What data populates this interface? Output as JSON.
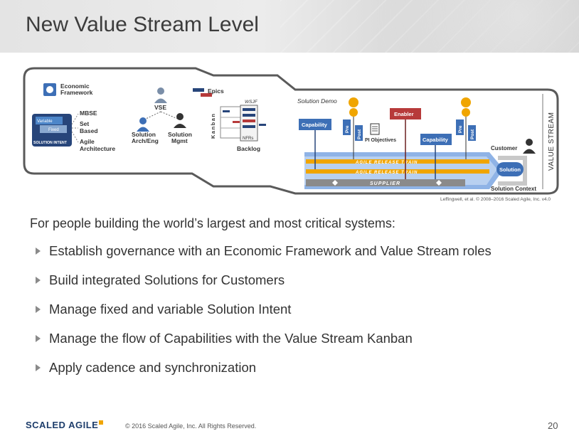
{
  "slide": {
    "title": "New Value Stream Level",
    "lead": "For people building the world’s largest and most critical systems:",
    "bullets": [
      "Establish governance with an Economic Framework and Value Stream roles",
      "Build integrated Solutions for Customers",
      "Manage fixed and variable Solution Intent",
      "Manage the flow of Capabilities with the Value Stream Kanban",
      "Apply cadence and synchronization"
    ],
    "page_number": "20"
  },
  "diagram": {
    "economic_framework": [
      "Economic",
      "Framework"
    ],
    "solution_intent": {
      "variable": "Variable",
      "fixed": "Fixed",
      "label": "SOLUTION INTENT"
    },
    "intent_items": [
      "MBSE",
      "Set",
      "Based",
      "Agile",
      "Architecture"
    ],
    "roles": {
      "vse": "VSE",
      "arch": [
        "Solution",
        "Arch/Eng"
      ],
      "mgmt": [
        "Solution",
        "Mgmt"
      ]
    },
    "epics": "Epics",
    "kanban": "Kanban",
    "wsjf": "WSJF",
    "nfrs": "NFRs",
    "backlog": "Backlog",
    "solution_demo": "Solution Demo",
    "capability": "Capability",
    "enabler": "Enabler",
    "pre": "Pre",
    "post": "Post",
    "pi_objectives": "PI Objectives",
    "art": "AGILE RELEASE TRAIN",
    "supplier": "SUPPLIER",
    "customer": "Customer",
    "solution": "Solution",
    "solution_context": "Solution Context",
    "value_stream": "VALUE STREAM",
    "attribution": "Leffingwell, et al. © 2008–2016 Scaled Agile, Inc.  v4.0",
    "colors": {
      "blue": "#3d6fb6",
      "red": "#b73a3a",
      "orange": "#f0a500",
      "navy": "#27457a"
    }
  },
  "footer": {
    "logo": "SCALED AGILE",
    "copyright": "© 2016 Scaled Agile, Inc. All Rights Reserved."
  }
}
